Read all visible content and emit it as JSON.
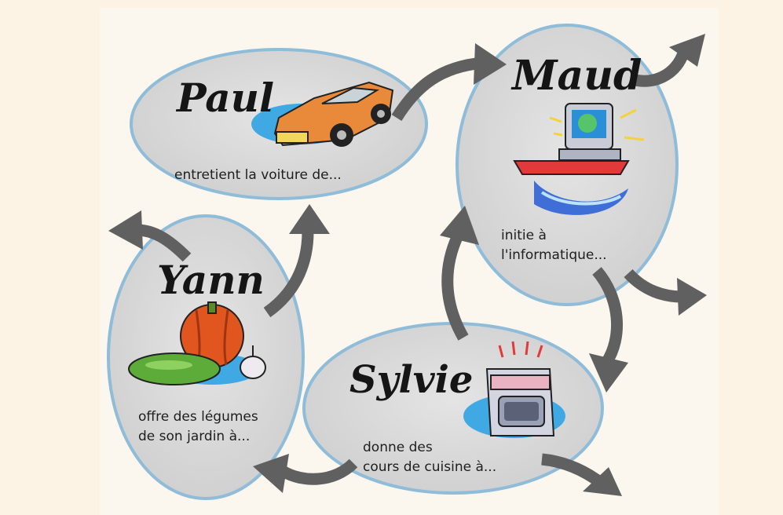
{
  "diagram": {
    "nodes": [
      {
        "id": "paul",
        "name": "Paul",
        "desc": [
          "entretient la voiture de..."
        ],
        "icon": "car-icon"
      },
      {
        "id": "maud",
        "name": "Maud",
        "desc": [
          "initie à",
          "l'informatique..."
        ],
        "icon": "computer-icon"
      },
      {
        "id": "yann",
        "name": "Yann",
        "desc": [
          "offre des légumes",
          "de son jardin à..."
        ],
        "icon": "vegetables-icon"
      },
      {
        "id": "sylvie",
        "name": "Sylvie",
        "desc": [
          "donne des",
          "cours de cuisine à..."
        ],
        "icon": "stove-icon"
      }
    ],
    "edges": [
      {
        "from": "paul",
        "to": "maud"
      },
      {
        "from": "yann",
        "to": "paul"
      },
      {
        "from": "sylvie",
        "to": "maud"
      },
      {
        "from": "maud",
        "to": "sylvie"
      },
      {
        "from": "sylvie",
        "to": "yann"
      },
      {
        "from": "maud",
        "to": "outside"
      },
      {
        "from": "maud",
        "to": "outside"
      },
      {
        "from": "yann",
        "to": "outside"
      },
      {
        "from": "sylvie",
        "to": "outside"
      }
    ],
    "colors": {
      "ellipse_fill": "#d6d6d6",
      "ellipse_stroke": "#8fbcd8",
      "arrow": "#606060",
      "background": "#fcf3e4"
    }
  }
}
